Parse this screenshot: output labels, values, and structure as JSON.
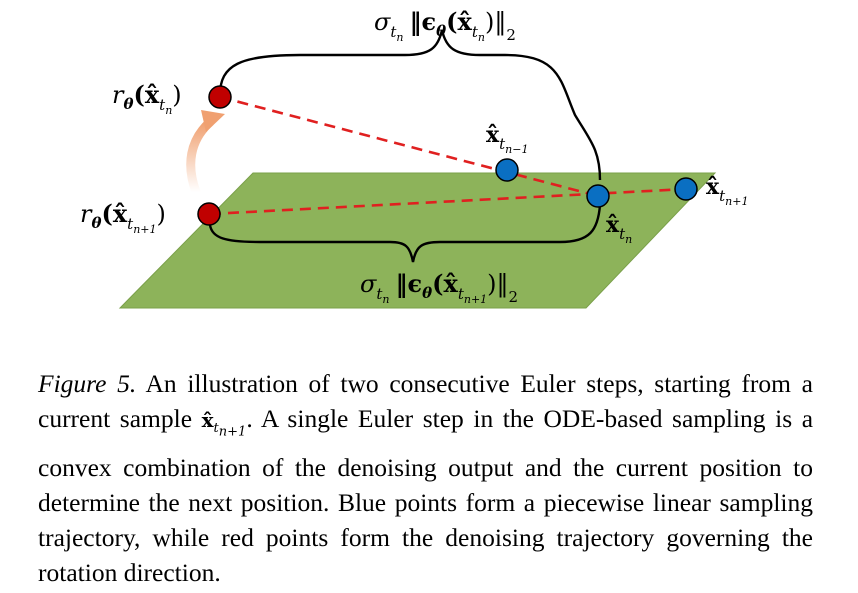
{
  "figure": {
    "label_r_tn": "r",
    "label_r_tn_arg": "(x̂",
    "label_r_tn_sub": "t",
    "label_r_tn_subsub": "n",
    "label_r_tn_close": ")",
    "label_r_tn1": "r",
    "label_r_tn1_arg": "(x̂",
    "label_r_tn1_sub": "t",
    "label_r_tn1_subsub": "n+1",
    "label_r_tn1_close": ")",
    "theta": "θ",
    "label_x_tn_minus_1": "x̂",
    "label_x_tn_minus_1_sub": "t",
    "label_x_tn_minus_1_subsub": "n−1",
    "label_x_tn": "x̂",
    "label_x_tn_sub": "t",
    "label_x_tn_subsub": "n",
    "label_x_tn_plus_1": "x̂",
    "label_x_tn_plus_1_sub": "t",
    "label_x_tn_plus_1_subsub": "n+1",
    "top_brace_label": "σ",
    "top_brace_sub": "t",
    "top_brace_subsub": "n",
    "top_brace_norm": "‖ϵ",
    "top_brace_theta": "θ",
    "top_brace_arg": "(x̂",
    "top_brace_arg_sub": "t",
    "top_brace_arg_subsub": "n",
    "top_brace_close": ")‖",
    "top_brace_two": "2",
    "bottom_brace_label": "σ",
    "bottom_brace_sub": "t",
    "bottom_brace_subsub": "n",
    "bottom_brace_norm": "‖ϵ",
    "bottom_brace_theta": "θ",
    "bottom_brace_arg": "(x̂",
    "bottom_brace_arg_sub": "t",
    "bottom_brace_arg_subsub": "n+1",
    "bottom_brace_close": ")‖",
    "bottom_brace_two": "2",
    "colors": {
      "plane": "#8db35a",
      "red_point": "#c00000",
      "blue_point": "#0a6fc2",
      "dashed_line": "#e02020",
      "arrow": "#f5b88a"
    }
  },
  "caption": {
    "label": "Figure 5.",
    "text_1": " An illustration of two consecutive Euler steps, starting from a current sample ",
    "inline_math": "x̂",
    "inline_math_sub": "t",
    "inline_math_subsub": "n+1",
    "text_2": ". A single Euler step in the ODE-based sampling is a convex combination of the denoising output and the current position to determine the next position. Blue points form a piecewise linear sampling trajectory, while red points form the denoising trajectory governing the rotation direction."
  }
}
